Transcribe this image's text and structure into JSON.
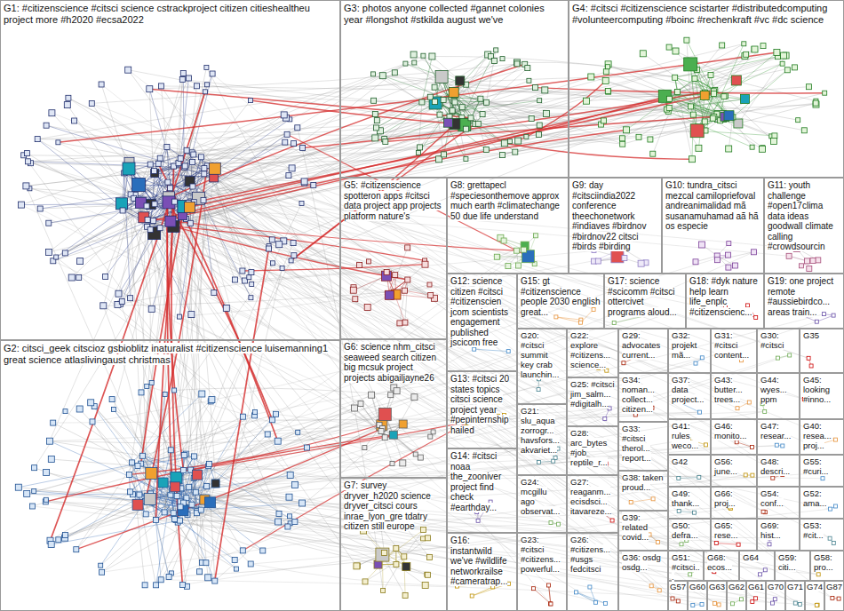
{
  "diagram": {
    "nodes": [
      {
        "text": [
          "G1: #citizenscience #citsci science cstrackproject citizen citieshealtheu project more #h2020 #ecsa2022"
        ]
      },
      {
        "text": [
          "G3: photos anyone collected #gannet colonies year #longshot #stkilda august we've"
        ]
      },
      {
        "text": [
          "G4: #citsci #citizenscience scistarter #distributedcomputing #volunteercomputing #boinc #rechenkraft #vc #dc science"
        ]
      },
      {
        "text": [
          "G5: #citizenscience spotteron apps #citsci data project app projects platform nature's"
        ]
      },
      {
        "text": [
          "G8: grettapecl #speciesonthemove approx much earth #climatechange 50 due life understand"
        ]
      },
      {
        "text": [
          "G9: day #citsciindia2022 conference theechonetwork #indiaves #birdnov #birdnov22 citsci #birds #birding"
        ]
      },
      {
        "text": [
          "G10: tundra_citsci mezcal camilopriefoval andreanimalidad mã susanamuhamad aã hã os especie"
        ]
      },
      {
        "text": [
          "G11: youth challenge #open17clima data ideas goodwall climate calling #crowdsourcin"
        ]
      },
      {
        "text": [
          "G12: science citizen #citsci #citizenscien jcom scientists engagement published jscicom free"
        ]
      },
      {
        "text": [
          "G15: gt #citizenscience people 2030 english great..."
        ]
      },
      {
        "text": [
          "G17: science #scicomm #citsci ottercivet programs aloud..."
        ]
      },
      {
        "text": [
          "G18: #dyk nature help learn life_enplc #citizenscienc..."
        ]
      },
      {
        "text": [
          "G19: one project remote #aussiebirdco... areas train..."
        ]
      },
      {
        "text": [
          "G20: #citsci summit key crab launchin..."
        ]
      },
      {
        "text": [
          "G22: explore #citizens... science..."
        ]
      },
      {
        "text": [
          "G29: advocates current..."
        ]
      },
      {
        "text": [
          "G32: projekt mã..."
        ]
      },
      {
        "text": [
          "G31: #citsci content..."
        ]
      },
      {
        "text": [
          "G30: #citsci"
        ]
      },
      {
        "text": [
          "G35"
        ]
      },
      {
        "text": [
          "G2: citsci_geek citscioz gsbioblitz inaturalist #citizenscience luisemanning1 great science atlaslivingaust christmas"
        ]
      },
      {
        "text": [
          "G6: science nhm_citsci seaweed search citizen big mcsuk project projects abigailjayne26"
        ]
      },
      {
        "text": [
          "G13: #citsci 20 states topics citsci science project year #pepinternship hailed"
        ]
      },
      {
        "text": [
          "G34: noman... collect... citizen..."
        ]
      },
      {
        "text": [
          "G37: data project..."
        ]
      },
      {
        "text": [
          "G43: butter... trees..."
        ]
      },
      {
        "text": [
          "G44: wyes... ppm"
        ]
      },
      {
        "text": [
          "G45: looking #inno..."
        ]
      },
      {
        "text": [
          "G25: #citsci jim_salm... #digitalh..."
        ]
      },
      {
        "text": [
          "G21: slu_aqua zorrogr... havsfors... akvariet..."
        ]
      },
      {
        "text": [
          "G41: rules weco..."
        ]
      },
      {
        "text": [
          "G46: monito..."
        ]
      },
      {
        "text": [
          "G47: resear..."
        ]
      },
      {
        "text": [
          "G40: resea... proj..."
        ]
      },
      {
        "text": [
          "G33: #citsci therol... report..."
        ]
      },
      {
        "text": [
          "G28: arc_bytes #job reptile_r..."
        ]
      },
      {
        "text": [
          "G14: #citsci noaa the_zooniver project find check #earthday..."
        ]
      },
      {
        "text": [
          "G42"
        ]
      },
      {
        "text": [
          "G56: june..."
        ]
      },
      {
        "text": [
          "G48: descri..."
        ]
      },
      {
        "text": [
          "G55: #curi..."
        ]
      },
      {
        "text": [
          "G38: taken proud..."
        ]
      },
      {
        "text": [
          "G24: mcgillu ago observat..."
        ]
      },
      {
        "text": [
          "G27: reaganm... ecisdsci... itavareze..."
        ]
      },
      {
        "text": [
          "G7: survey dryver_h2020 science dryver_citsci cours inrae_lyon_gre tdatry citizen still europe"
        ]
      },
      {
        "text": [
          "G49: thank..."
        ]
      },
      {
        "text": [
          "G66: proj..."
        ]
      },
      {
        "text": [
          "G54: conf..."
        ]
      },
      {
        "text": [
          "G52: ama..."
        ]
      },
      {
        "text": [
          "G39: related covid..."
        ]
      },
      {
        "text": [
          "G50: defra..."
        ]
      },
      {
        "text": [
          "G65: rese..."
        ]
      },
      {
        "text": [
          "G69: hist..."
        ]
      },
      {
        "text": [
          "G53: #cit..."
        ]
      },
      {
        "text": [
          "G16: instantwild we've #wildlife networkrailse #cameratrap..."
        ]
      },
      {
        "text": [
          "G23: #citsci #citizens... powerful..."
        ]
      },
      {
        "text": [
          "G26: #citizens... #usgs fedcitsci"
        ]
      },
      {
        "text": [
          "G36: osdg osdg..."
        ]
      },
      {
        "text": [
          "G51: #citsci..."
        ]
      },
      {
        "text": [
          "G68: ecos..."
        ]
      },
      {
        "text": [
          "G64"
        ]
      },
      {
        "text": [
          "G59: citi..."
        ]
      },
      {
        "text": [
          "G58: pro..."
        ]
      },
      {
        "text": [
          "G57"
        ]
      },
      {
        "text": [
          "G60"
        ]
      },
      {
        "text": [
          "G63"
        ]
      },
      {
        "text": [
          "G62"
        ]
      },
      {
        "text": [
          "G61"
        ]
      },
      {
        "text": [
          "G70"
        ]
      },
      {
        "text": [
          "G71"
        ]
      },
      {
        "text": [
          "G74"
        ]
      },
      {
        "text": [
          "G87"
        ]
      }
    ]
  }
}
